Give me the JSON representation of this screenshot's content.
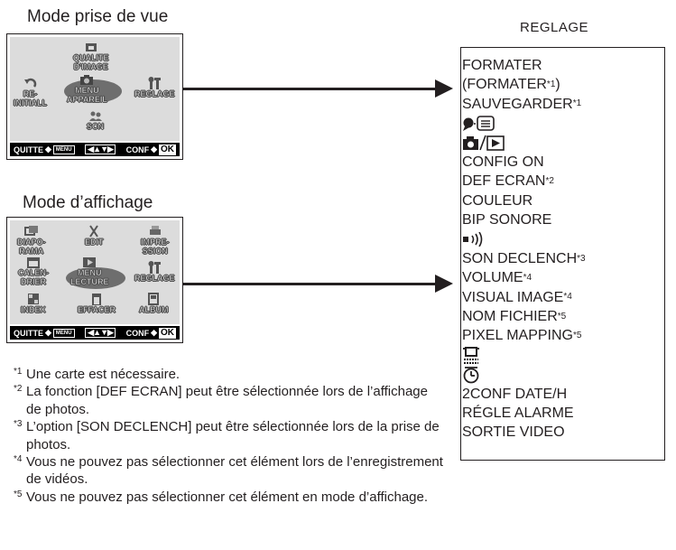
{
  "shooting_mode": {
    "title": "Mode prise de vue",
    "items": {
      "qualite_line1": "QUALITE",
      "qualite_line2": "D'IMAGE",
      "reinit_line1": "RE-",
      "reinit_line2": "INITIALL",
      "menu_line1": "MENU",
      "menu_line2": "APPAREIL",
      "reglage": "REGLAGE",
      "scn": "SCN"
    },
    "bar": {
      "quit": "QUITTE",
      "menu_key": "MENU",
      "conf": "CONF",
      "ok": "OK"
    }
  },
  "playback_mode": {
    "title": "Mode d’affichage",
    "items": {
      "diapo_line1": "DIAPO-",
      "diapo_line2": "RAMA",
      "edit": "EDIT",
      "impression_line1": "IMPRE-",
      "impression_line2": "SSION",
      "calendrier_line1": "CALEN-",
      "calendrier_line2": "DRIER",
      "menu_line1": "MENU",
      "menu_line2": "LECTURE",
      "reglage": "REGLAGE",
      "index": "INDEX",
      "effacer": "EFFACER",
      "album": "ALBUM"
    },
    "bar": {
      "quit": "QUITTE",
      "menu_key": "MENU",
      "conf": "CONF",
      "ok": "OK"
    }
  },
  "reglage": {
    "title": "REGLAGE",
    "items": [
      {
        "text": "FORMATER",
        "note": ""
      },
      {
        "text": "(FORMATER",
        "note": "*1",
        "suffix": ")"
      },
      {
        "text": "SAUVEGARDER",
        "note": "*1"
      },
      {
        "text": "",
        "icon": "language-icon"
      },
      {
        "text": "",
        "icon": "camera-playback-icon"
      },
      {
        "text": "CONFIG ON",
        "note": ""
      },
      {
        "text": "DEF ECRAN",
        "note": "*2"
      },
      {
        "text": "COULEUR",
        "note": ""
      },
      {
        "text": "BIP SONORE",
        "note": ""
      },
      {
        "text": "",
        "icon": "speaker-icon"
      },
      {
        "text": "SON DECLENCH",
        "note": "*3"
      },
      {
        "text": "VOLUME",
        "note": "*4"
      },
      {
        "text": "VISUAL IMAGE",
        "note": "*4"
      },
      {
        "text": "NOM FICHIER",
        "note": "*5"
      },
      {
        "text": "PIXEL MAPPING",
        "note": "*5"
      },
      {
        "text": "",
        "icon": "monitor-brightness-icon"
      },
      {
        "text": "",
        "icon": "clock-icon"
      },
      {
        "text": "2CONF DATE/H",
        "note": ""
      },
      {
        "text": "RÉGLE ALARME",
        "note": ""
      },
      {
        "text": "SORTIE VIDEO",
        "note": ""
      }
    ]
  },
  "footnotes": [
    {
      "mark": "*1",
      "text": "Une carte est nécessaire."
    },
    {
      "mark": "*2",
      "text": "La fonction [DEF ECRAN] peut être sélectionnée lors de l’affichage de photos."
    },
    {
      "mark": "*3",
      "text": "L’option [SON DECLENCH] peut être sélectionnée lors de la prise de photos."
    },
    {
      "mark": "*4",
      "text": "Vous ne pouvez pas sélectionner cet élément lors de l’enregistrement de vidéos."
    },
    {
      "mark": "*5",
      "text": "Vous ne pouvez pas sélectionner cet élément en mode d’affichage."
    }
  ],
  "colors": {
    "ink": "#231f20",
    "screen_bg": "#dcdcdc",
    "bar_bg": "#000000"
  }
}
